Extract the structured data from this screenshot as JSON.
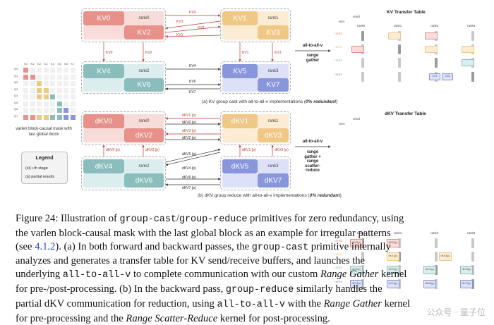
{
  "panel_a": {
    "blocks": {
      "kv0": "KV0",
      "kv1": "KV1",
      "kv2": "KV2",
      "kv3": "KV3",
      "kv4": "KV4",
      "kv5": "KV5",
      "kv6": "KV6",
      "kv7": "KV7"
    },
    "ranks": {
      "rank0": "rank0",
      "rank1": "rank1",
      "rank2": "rank2",
      "rank3": "rank3"
    },
    "arrows": {
      "kv0_to_r1": "KV0",
      "kv3_to_r0": "KV3",
      "kv2_to_r1": "KV2",
      "kv1_to_r0": "KV1",
      "kv0_down": "KV0",
      "kv2_down": "KV2",
      "kv1_down": "KV1",
      "kv3_down": "KV3",
      "kv4_to_r3": "KV4",
      "kv6_to_r3": "KV6",
      "kv7_to_r2": "KV7"
    },
    "caption_pre": "(a) KV group cast with all-to-all-v implementations (",
    "caption_bold": "0% redundant",
    "caption_post": ")",
    "mid_label": "all-to-all-v",
    "mid_sub": "range gather",
    "table_title": "KV Transfer Table",
    "table_send": "send",
    "table_recv": "recv",
    "table_cols": [
      "rank0",
      "rank1",
      "rank2",
      "rank3"
    ],
    "table_rows": [
      "rank0",
      "rank1",
      "rank2",
      "rank3"
    ],
    "cells": {
      "r3c2a": "KV4",
      "r3c2b": "KV6"
    }
  },
  "panel_b": {
    "blocks": {
      "kv0": "dKV0",
      "kv1": "dKV1",
      "kv2": "dKV2",
      "kv3": "dKV3",
      "kv4": "dKV4",
      "kv5": "dKV5",
      "kv6": "dKV6",
      "kv7": "dKV7"
    },
    "ranks": {
      "rank0": "rank0",
      "rank1": "rank1",
      "rank2": "rank2",
      "rank3": "rank3"
    },
    "arrows": {
      "a1": "dKV1 (p)",
      "a2": "dKV3 (p)",
      "a3": "dKV0 (p)",
      "a4": "dKV2 (p)",
      "a5": "dKV0 (p)",
      "a6": "dKV2 (p)",
      "a7": "dKV1 (p)",
      "a8": "dKV3 (p)",
      "a9": "dKV5 (p)",
      "a10": "dKV4 (p)",
      "a11": "dKV6 (p)",
      "a12": "dKV7 (p)"
    },
    "caption_pre": "(b) dKV group reduce with all-to-all-v implementations (",
    "caption_bold": "0% redundant",
    "caption_post": ")",
    "mid_label": "all-to-all-v",
    "mid_sub": "range gather + range scatter-reduce",
    "table_title": "dKV Transfer Table",
    "table_send": "send",
    "table_recv": "recv",
    "table_cols": [
      "rank0",
      "rank1",
      "rank2",
      "rank3"
    ],
    "table_rows": [
      "rank0",
      "rank1",
      "rank2",
      "rank3"
    ],
    "cells": {
      "c0": "dKV0(p)",
      "c1": "dKV2(p)",
      "c2": "dKV1(p)",
      "c3": "dKV3(p)",
      "c4": "dKV0(p)",
      "c5": "dKV2(p)",
      "c6": "dKV1(p)",
      "c7": "dKV3(p)",
      "c8": "dKV5(p)",
      "c9": "dKV4(p)",
      "c10": "dKV6(p)",
      "c11": "dKV7(p)"
    }
  },
  "mask": {
    "col_labels": [
      "K0",
      "K1",
      "K2",
      "K3",
      "K4",
      "K5",
      "K6",
      "K7"
    ],
    "row_labels": [
      "Q0",
      "Q1",
      "Q2",
      "Q3",
      "Q4",
      "Q5",
      "Q6",
      "Q7"
    ],
    "caption": "varlen block-causal mask with last global block"
  },
  "legend": {
    "title": "Legend",
    "item1": "(si) i-th stage",
    "item2": "(p) partial results"
  },
  "figure_caption": {
    "l1_a": "Figure 24: Illustration of ",
    "l1_b": "group-cast",
    "l1_c": "/",
    "l1_d": "group-reduce",
    "l1_e": " primitives for zero redundancy, using",
    "l2": "the varlen block-causal mask with the last global block as an example for irregular patterns",
    "l3_a": "(see ",
    "l3_b": "4.1.2",
    "l3_c": "). (a) In both forward and backward passes, the ",
    "l3_d": "group-cast",
    "l3_e": " primitive internally",
    "l4": "analyzes and generates a transfer table for KV send/receive buffers, and launches the",
    "l5_a": "underlying ",
    "l5_b": "all-to-all-v",
    "l5_c": " to complete communication with our custom ",
    "l5_d": "Range Gather",
    "l5_e": " kernel",
    "l6_a": "for pre-/post-processing. (b) In the backward pass, ",
    "l6_b": "group-reduce",
    "l6_c": " similarly handles the",
    "l7_a": "partial dKV communication for reduction, using ",
    "l7_b": "all-to-all-v",
    "l7_c": " with the ",
    "l7_d": "Range Gather",
    "l7_e": " kernel",
    "l8_a": "for pre-processing and the ",
    "l8_b": "Range Scatter-Reduce",
    "l8_c": " kernel for post-processing."
  },
  "watermark": "公众号 · 量子位",
  "colors": {
    "rank0": "#e8908a",
    "rank1": "#efc886",
    "rank2": "#8bbdbd",
    "rank3": "#8a96dc",
    "arrow": "#c0392b"
  }
}
